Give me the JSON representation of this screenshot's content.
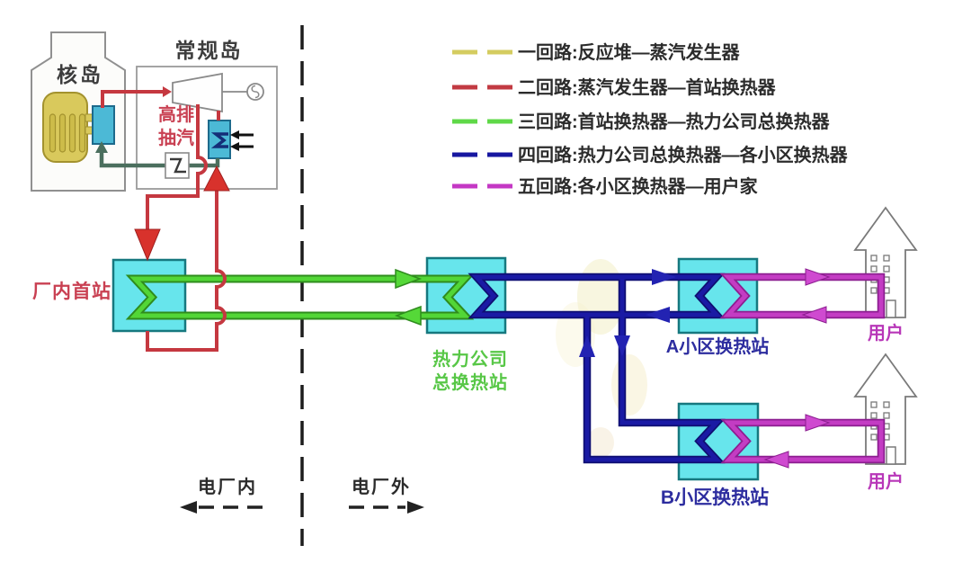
{
  "colors": {
    "loop1_yellow": "#d4cc60",
    "loop2_red": "#c53840",
    "loop3_green": "#52d636",
    "loop4_blue": "#1a1aa4",
    "loop5_magenta": "#c33cc3",
    "condensate_green": "#4b6f5e",
    "exchanger_fill": "#67e5ec",
    "exchanger_border": "#16787f",
    "vessel_yellow": "#d9c95c",
    "equipment_blue": "#4cb9d6"
  },
  "legend": {
    "items": [
      {
        "label": "一回路:反应堆—蒸汽发生器",
        "color": "#d4cc60"
      },
      {
        "label": "二回路:蒸汽发生器—首站换热器",
        "color": "#c23a42"
      },
      {
        "label": "三回路:首站换热器—热力公司总换热器",
        "color": "#5fd848"
      },
      {
        "label": "四回路:热力公司总换热器—各小区换热器",
        "color": "#1717a0"
      },
      {
        "label": "五回路:各小区换热器—用户家",
        "color": "#c438c4"
      }
    ]
  },
  "plant": {
    "nuclear_island": "核岛",
    "conventional_island": "常规岛",
    "extraction_line1": "高排",
    "extraction_line2": "抽汽"
  },
  "stations": {
    "first_station": "厂内首站",
    "company_station_line1": "热力公司",
    "company_station_line2": "总换热站",
    "district_a": "A小区换热站",
    "district_b": "B小区换热站",
    "user_a": "用户",
    "user_b": "用户"
  },
  "zones": {
    "inside_plant": "电厂内",
    "outside_plant": "电厂外"
  }
}
